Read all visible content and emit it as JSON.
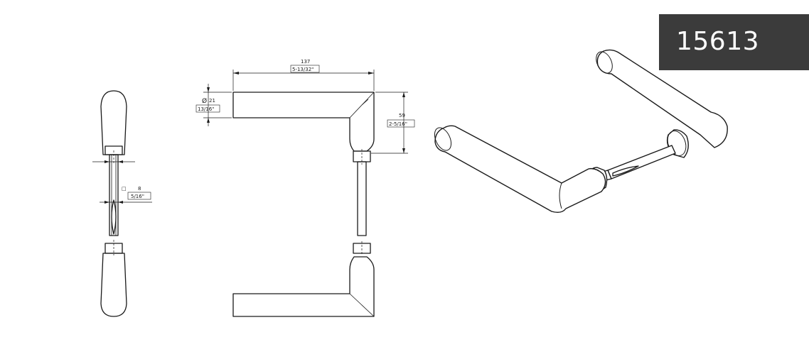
{
  "product": {
    "code": "15613"
  },
  "dimensions": {
    "length": {
      "mm": "137",
      "inch": "5-13/32\""
    },
    "diameter": {
      "symbol": "Ø",
      "mm": "21",
      "inch": "13/16\""
    },
    "height": {
      "mm": "59",
      "inch": "2-5/16\""
    },
    "spindle": {
      "symbol": "□",
      "mm": "8",
      "inch": "5/16\""
    }
  }
}
